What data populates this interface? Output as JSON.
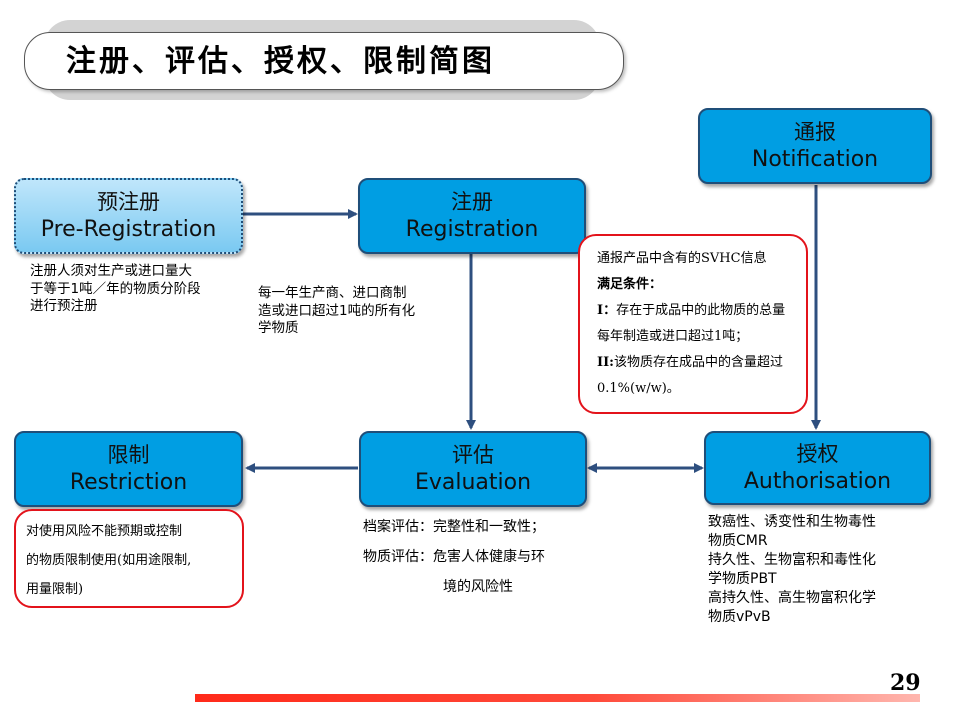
{
  "title": "注册、评估、授权、限制简图",
  "boxes": {
    "notification": {
      "zh": "通报",
      "en": "Notification"
    },
    "pre_registration": {
      "zh": "预注册",
      "en": "Pre-Registration"
    },
    "registration": {
      "zh": "注册",
      "en": "Registration"
    },
    "restriction": {
      "zh": "限制",
      "en": "Restriction"
    },
    "evaluation": {
      "zh": "评估",
      "en": "Evaluation"
    },
    "authorisation": {
      "zh": "授权",
      "en": "Authorisation"
    }
  },
  "notes": {
    "pre_registration": [
      "注册人须对生产或进口量大",
      "于等于1吨／年的物质分阶段",
      "进行预注册"
    ],
    "registration": [
      "每一年生产商、进口商制",
      "造或进口超过1吨的所有化",
      "学物质"
    ],
    "notification": [
      {
        "text": "通报产品中含有的SVHC信息",
        "bold": false
      },
      {
        "text": "满足条件：",
        "bold": true
      },
      {
        "text": "I：存在于成品中的此物质的总量",
        "bold": false,
        "prefix": "I："
      },
      {
        "text": "每年制造或进口超过1吨；",
        "bold": false
      },
      {
        "text": "II:该物质存在成品中的含量超过",
        "bold": false,
        "prefix": "II:"
      },
      {
        "text": "0.1%(w/w)。",
        "bold": false
      }
    ],
    "restriction": [
      "对使用风险不能预期或控制",
      "的物质限制使用(如用途限制,",
      "用量限制)"
    ],
    "evaluation": [
      "档案评估：完整性和一致性；",
      "物质评估：危害人体健康与环",
      "境的风险性"
    ],
    "authorisation": [
      "致癌性、诱变性和生物毒性",
      "物质CMR",
      "持久性、生物富积和毒性化",
      "学物质PBT",
      "高持久性、高生物富积化学",
      "物质vPvB"
    ]
  },
  "page_number": "29",
  "colors": {
    "box": "#009ee3",
    "box_border": "#1f4e79",
    "arrow": "#2e4f7f",
    "red_border": "#e3131b",
    "bar": "#ff2a1a"
  }
}
